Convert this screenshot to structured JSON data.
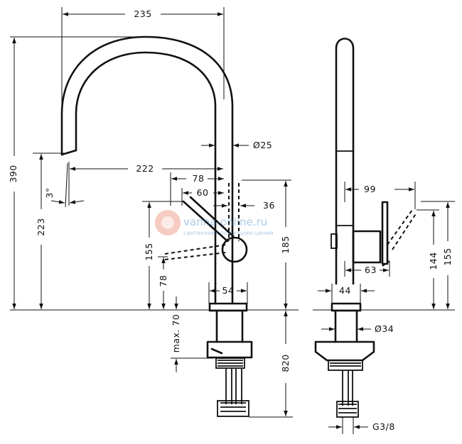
{
  "dimensions": {
    "width_total": "235",
    "reach": "222",
    "pipe_diameter": "Ø25",
    "handle_offset_78": "78",
    "handle_offset_60": "60",
    "handle_width_36": "36",
    "height_total": "390",
    "spout_height": "223",
    "handle_height_155": "155",
    "handle_base_78": "78",
    "body_height_185": "185",
    "base_width_54": "54",
    "max_thickness": "max. 70",
    "hose_length": "820",
    "swivel_angle": "3°",
    "side_depth_99": "99",
    "side_handle_63": "63",
    "side_height_144": "144",
    "side_height_155": "155",
    "side_base_44": "44",
    "shank_diameter": "Ø34",
    "thread": "G3/8"
  },
  "watermark": {
    "name": "vanna-online.ru",
    "tagline": "сантехника по лучшим ценам"
  }
}
